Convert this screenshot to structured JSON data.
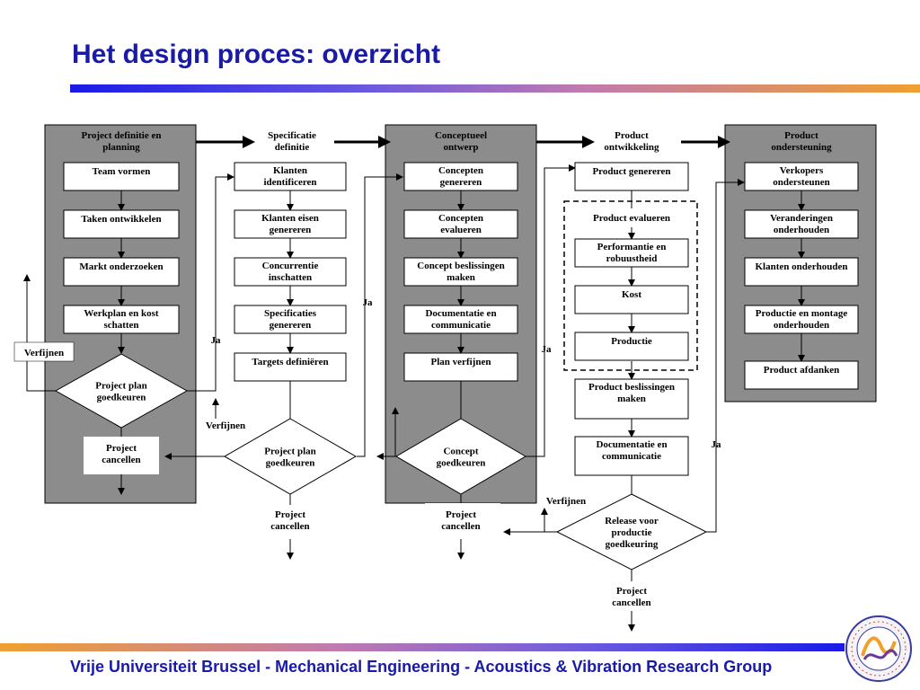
{
  "title": "Het design proces: overzicht",
  "footer": "Vrije Universiteit Brussel - Mechanical Engineering - Acoustics & Vibration Research Group",
  "logo_text": "ACOUSTICS & VIBRATION RESEARCH GROUP · VUB · BRUSSELS · BELGIUM",
  "columns": {
    "c1": {
      "header": [
        "Project definitie en",
        "planning"
      ],
      "steps": [
        [
          "Team vormen"
        ],
        [
          "Taken ontwikkelen"
        ],
        [
          "Markt onderzoeken"
        ],
        [
          "Werkplan en kost",
          "schatten"
        ]
      ],
      "decision": [
        "Project plan",
        "goedkeuren"
      ],
      "cancel": [
        "Project",
        "cancellen"
      ]
    },
    "c2": {
      "header": [
        "Specificatie",
        "definitie"
      ],
      "steps": [
        [
          "Klanten",
          "identificeren"
        ],
        [
          "Klanten eisen",
          "genereren"
        ],
        [
          "Concurrentie",
          "inschatten"
        ],
        [
          "Specificaties",
          "genereren"
        ],
        [
          "Targets definiëren"
        ]
      ],
      "decision": [
        "Project plan",
        "goedkeuren"
      ],
      "cancel": [
        "Project",
        "cancellen"
      ]
    },
    "c3": {
      "header": [
        "Conceptueel",
        "ontwerp"
      ],
      "steps": [
        [
          "Concepten",
          "genereren"
        ],
        [
          "Concepten",
          "evalueren"
        ],
        [
          "Concept beslissingen",
          "maken"
        ],
        [
          "Documentatie en",
          "communicatie"
        ],
        [
          "Plan verfijnen"
        ]
      ],
      "decision": [
        "Concept",
        "goedkeuren"
      ],
      "cancel": [
        "Project",
        "cancellen"
      ]
    },
    "c4": {
      "header": [
        "Product",
        "ontwikkeling"
      ],
      "steps": [
        [
          "Product genereren"
        ],
        [
          "Performantie en",
          "robuustheid"
        ],
        [
          "Kost"
        ],
        [
          "Productie"
        ],
        [
          "Product beslissingen",
          "maken"
        ],
        [
          "Documentatie en",
          "communicatie"
        ]
      ],
      "group_label": [
        "Product evalueren"
      ],
      "decision": [
        "Release voor",
        "productie",
        "goedkeuring"
      ],
      "cancel": [
        "Project",
        "cancellen"
      ]
    },
    "c5": {
      "header": [
        "Product",
        "ondersteuning"
      ],
      "steps": [
        [
          "Verkopers",
          "ondersteunen"
        ],
        [
          "Veranderingen",
          "onderhouden"
        ],
        [
          "Klanten onderhouden"
        ],
        [
          "Productie en montage",
          "onderhouden"
        ],
        [
          "Product afdanken"
        ]
      ]
    }
  },
  "labels": {
    "verfijnen": "Verfijnen",
    "ja": "Ja"
  },
  "colors": {
    "title": "#1a1aa8",
    "panel": "#8c8c8c"
  }
}
